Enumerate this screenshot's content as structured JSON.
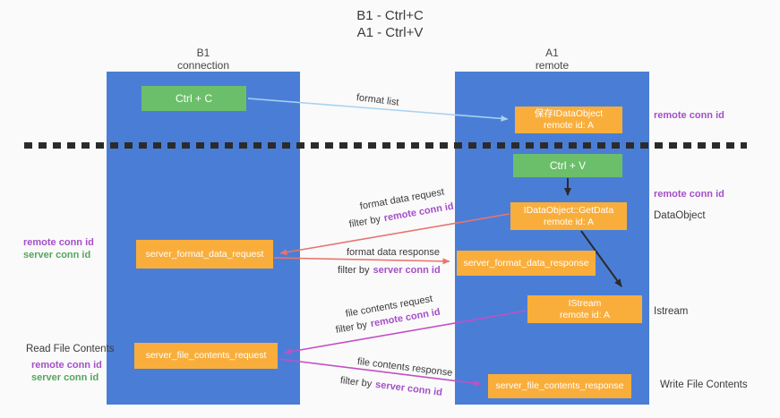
{
  "title": {
    "line1": "B1 - Ctrl+C",
    "line2": "A1 - Ctrl+V"
  },
  "columns": {
    "b1": {
      "name": "B1",
      "role": "connection"
    },
    "a1": {
      "name": "A1",
      "role": "remote"
    }
  },
  "nodes": {
    "ctrl_c": {
      "label": "Ctrl + C"
    },
    "save_idataobject": {
      "line1": "保存IDataObject",
      "line2": "remote id: A"
    },
    "ctrl_v": {
      "label": "Ctrl + V"
    },
    "getdata": {
      "line1": "IDataObject::GetData",
      "line2": "remote id: A"
    },
    "format_request": {
      "label": "server_format_data_request"
    },
    "format_response": {
      "label": "server_format_data_response"
    },
    "istream": {
      "line1": "IStream",
      "line2": "remote id: A"
    },
    "file_request": {
      "label": "server_file_contents_request"
    },
    "file_response": {
      "label": "server_file_contents_response"
    }
  },
  "flow_labels": {
    "format_list": "format list",
    "format_data_request": "format data request",
    "format_data_response": "format data response",
    "file_contents_request": "file contents request",
    "file_contents_response": "file contents response",
    "filter_by": "filter by",
    "remote_conn_id": "remote conn id",
    "server_conn_id": "server conn id"
  },
  "side_labels": {
    "right_remote_conn_id_1": "remote conn id",
    "right_remote_conn_id_2": "remote conn id",
    "dataobject": "DataObject",
    "istream": "Istream",
    "write_file_contents": "Write File Contents",
    "left_remote_conn_id_1": "remote conn id",
    "left_server_conn_id_1": "server conn id",
    "read_file_contents": "Read File Contents",
    "left_remote_conn_id_2": "remote conn id",
    "left_server_conn_id_2": "server conn id"
  },
  "colors": {
    "background": "#fafafa",
    "column_blue": "#4a7ed6",
    "node_green": "#6cbf6a",
    "node_orange": "#f9ae3c",
    "arrow_light_blue": "#a8d2f0",
    "arrow_red": "#e8756e",
    "arrow_magenta": "#c44fc4",
    "arrow_black": "#2b2b2b",
    "label_purple": "#a54fc9",
    "label_green": "#55a55e"
  }
}
